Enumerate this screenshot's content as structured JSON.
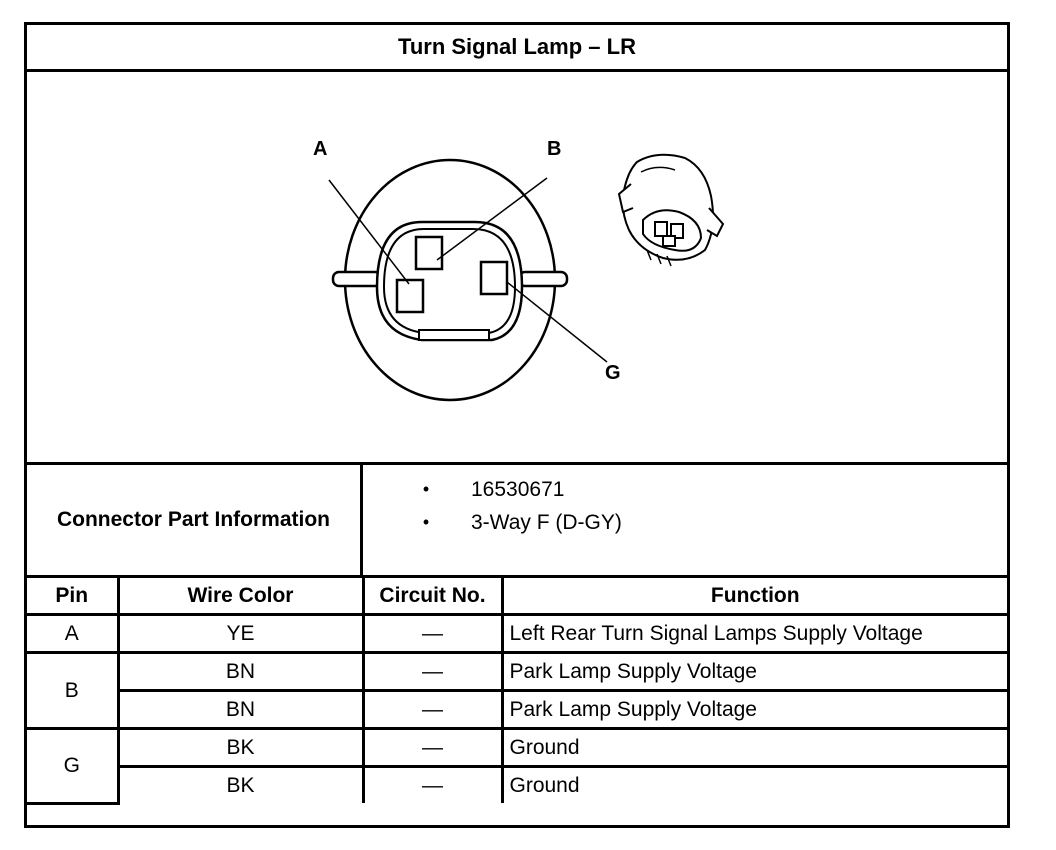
{
  "title": "Turn Signal Lamp – LR",
  "diagram": {
    "labels": {
      "a": "A",
      "b": "B",
      "g": "G"
    }
  },
  "connector_info": {
    "label": "Connector Part Information",
    "bullet": "•",
    "items": [
      "16530671",
      "3-Way F (D-GY)"
    ]
  },
  "table": {
    "headers": {
      "pin": "Pin",
      "wire_color": "Wire Color",
      "circuit": "Circuit No.",
      "function": "Function"
    },
    "rows": [
      {
        "pin": "A",
        "wire_color": "YE",
        "circuit": "—",
        "function": "Left Rear Turn Signal Lamps Supply Voltage"
      },
      {
        "pin": "B",
        "wire_color": "BN",
        "circuit": "—",
        "function": "Park Lamp Supply Voltage"
      },
      {
        "pin": "",
        "wire_color": "BN",
        "circuit": "—",
        "function": "Park Lamp Supply Voltage"
      },
      {
        "pin": "G",
        "wire_color": "BK",
        "circuit": "—",
        "function": "Ground"
      },
      {
        "pin": "",
        "wire_color": "BK",
        "circuit": "—",
        "function": "Ground"
      }
    ]
  }
}
